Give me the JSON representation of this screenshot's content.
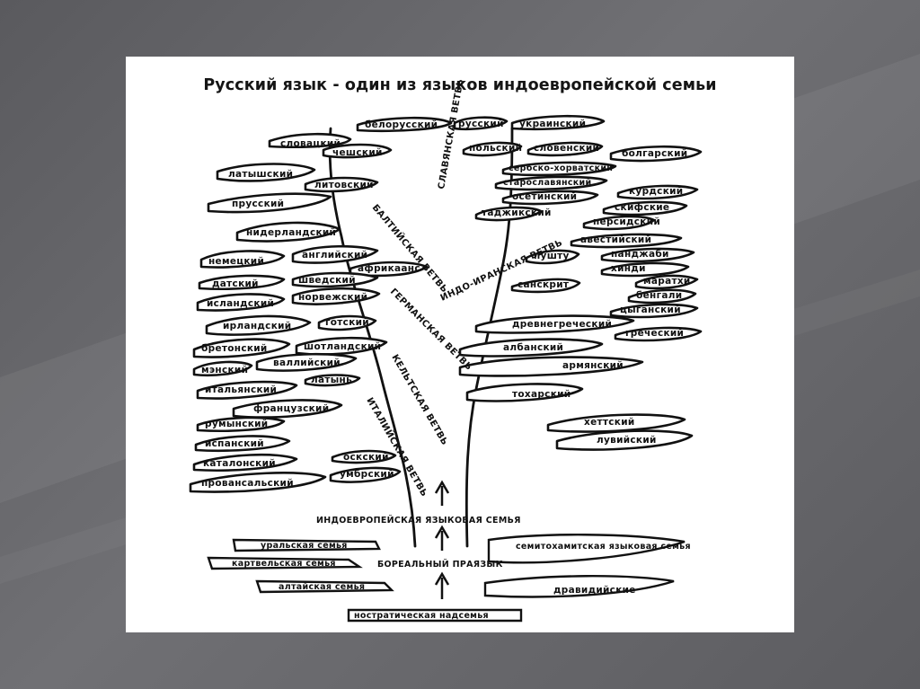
{
  "title": "Русский язык - один из языков индоевропейской семьи",
  "branches": {
    "slavic": "СЛАВЯНСКАЯ ВЕТВЬ",
    "baltic": "БАЛТИЙСКАЯ ВЕТВЬ",
    "germanic": "ГЕРМАНСКАЯ ВЕТВЬ",
    "indo_iranian": "ИНДО-ИРАНСКАЯ ВЕТВЬ",
    "celtic": "КЕЛЬТСКАЯ ВЕТВЬ",
    "italic": "ИТАЛИЙСКАЯ ВЕТВЬ"
  },
  "languages_left": [
    "словацкий",
    "чешский",
    "латышский",
    "литовский",
    "прусский",
    "нидерландский",
    "немецкий",
    "английский",
    "африкаанс",
    "датский",
    "шведский",
    "исландский",
    "норвежский",
    "ирландский",
    "готский",
    "бретонский",
    "шотландский",
    "мэнский",
    "валлийский",
    "итальянский",
    "латынь",
    "французский",
    "румынский",
    "испанский",
    "каталонский",
    "оскский",
    "провансальский",
    "умбрский"
  ],
  "languages_right": [
    "белорусский",
    "русский",
    "украинский",
    "польский",
    "словенский",
    "болгарский",
    "сербско-хорватский",
    "старославянский",
    "осетинский",
    "курдский",
    "скифские",
    "таджикский",
    "персидский",
    "авестийский",
    "пушту",
    "панджаби",
    "хинди",
    "маратхи",
    "бенгали",
    "санскрит",
    "цыганский",
    "древнегреческий",
    "греческий",
    "албанский",
    "армянский",
    "тохарский",
    "хеттский",
    "лувийский",
    "дравидийские"
  ],
  "roots": {
    "indo_european": "ИНДОЕВРОПЕЙСКАЯ ЯЗЫКОВАЯ СЕМЬЯ",
    "uralic": "уральская семья",
    "kartvelian": "картвельская семья",
    "borean": "БОРЕАЛЬНЫЙ ПРАЯЗЫК",
    "semitic": "семитохамитская языковая семья",
    "altaic": "алтайская семья",
    "nostratic": "ностратическая надсемья"
  }
}
